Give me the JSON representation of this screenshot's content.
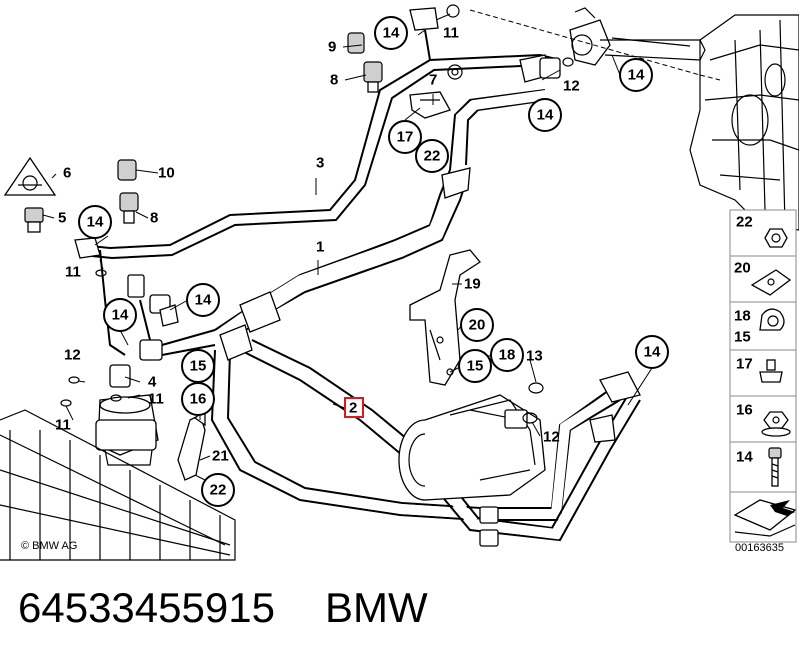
{
  "diagram": {
    "copyright": "© BMW AG",
    "diagram_id": "00163635",
    "highlighted_part": "2",
    "callouts_circled": {
      "c14a": "14",
      "c14b": "14",
      "c14c": "14",
      "c14d": "14",
      "c14e": "14",
      "c14f": "14",
      "c14g": "14",
      "c17": "17",
      "c22a": "22",
      "c22b": "22",
      "c20": "20",
      "c18": "18",
      "c15a": "15",
      "c15b": "15",
      "c16": "16"
    },
    "callouts_plain": {
      "p1": "1",
      "p2": "2",
      "p3": "3",
      "p4": "4",
      "p5": "5",
      "p6": "6",
      "p7": "7",
      "p8a": "8",
      "p8b": "8",
      "p9": "9",
      "p10": "10",
      "p11a": "11",
      "p11b": "11",
      "p11c": "11",
      "p11d": "11",
      "p12a": "12",
      "p12b": "12",
      "p12c": "12",
      "p13": "13",
      "p19": "19",
      "p21": "21"
    },
    "legend": [
      {
        "num": "22",
        "icon": "nut-icon"
      },
      {
        "num": "20",
        "icon": "clip-nut-icon"
      },
      {
        "num": "18",
        "icon": "hose-clamp-icon",
        "sub": "15"
      },
      {
        "num": "17",
        "icon": "expanding-rivet-icon"
      },
      {
        "num": "16",
        "icon": "collar-nut-icon"
      },
      {
        "num": "14",
        "icon": "screw-icon"
      },
      {
        "num": "",
        "icon": "arrow-sheet-icon"
      }
    ]
  },
  "caption": {
    "part_number": "64533455915",
    "brand": "BMW"
  }
}
